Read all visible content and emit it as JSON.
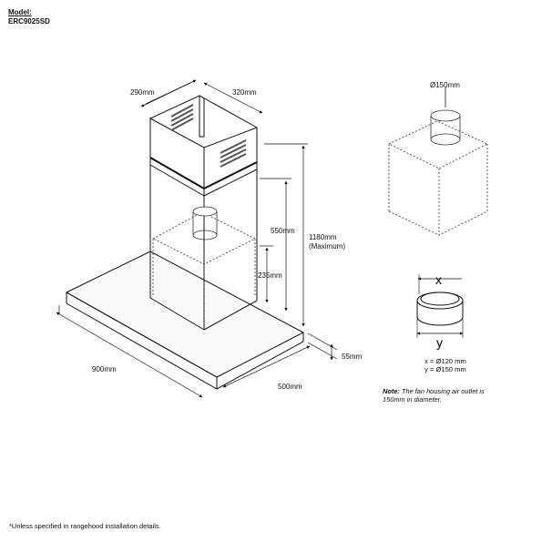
{
  "header": {
    "model_label": "Model:",
    "model_value": "ERC9025SD"
  },
  "dimensions": {
    "chimney_side": "290mm",
    "chimney_front": "320mm",
    "total_height": "1180mm",
    "total_height_note": "(Maximum)",
    "upper_span": "550mm",
    "lower_span": "235mm",
    "width": "900mm",
    "depth": "500mm",
    "canopy_height": "55mm"
  },
  "detail": {
    "outlet_label": "Ø150mm",
    "x_label": "x",
    "y_label": "y",
    "x_spec": "x = Ø120 mm",
    "y_spec": "y = Ø150 mm"
  },
  "note": {
    "prefix": "Note:",
    "text": "The fan housing air outlet is 150mm in diameter."
  },
  "footer": {
    "text": "*Unless specified in rangehood installation details."
  }
}
